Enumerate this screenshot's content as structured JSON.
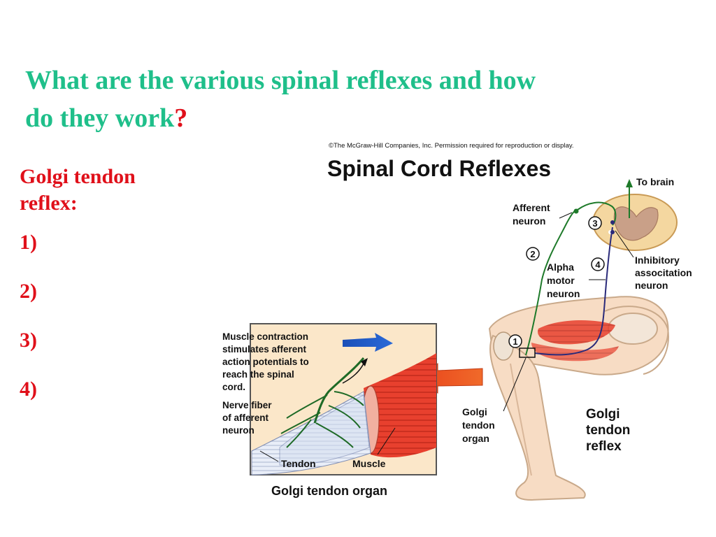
{
  "slide": {
    "title_line1": "What are the various spinal reflexes and how",
    "title_line2": "do they work",
    "title_qmark": "?"
  },
  "list": {
    "heading_line1": "Golgi tendon",
    "heading_line2": "reflex",
    "heading_colon": ":",
    "items": [
      "1)",
      "2)",
      "3)",
      "4)"
    ]
  },
  "figure": {
    "copyright": "©The McGraw-Hill Companies, Inc. Permission required for reproduction or display.",
    "title": "Spinal Cord Reflexes",
    "to_brain": "To brain",
    "afferent_neuron": [
      "Afferent",
      "neuron"
    ],
    "inhibitory_neuron": [
      "Inhibitory",
      "associtation",
      "neuron"
    ],
    "alpha_motor_neuron": [
      "Alpha",
      "motor",
      "neuron"
    ],
    "step_labels": [
      "1",
      "2",
      "3",
      "4"
    ],
    "golgi_tendon_organ_label": [
      "Golgi",
      "tendon",
      "organ"
    ],
    "golgi_tendon_reflex_label": [
      "Golgi",
      "tendon",
      "reflex"
    ],
    "inset": {
      "contraction_text": [
        "Muscle contraction",
        "stimulates afferent",
        "action potentials to",
        "reach the spinal",
        "cord."
      ],
      "nerve_fiber_text": [
        "Nerve fiber",
        "of afferent",
        "neuron"
      ],
      "tendon": "Tendon",
      "muscle": "Muscle",
      "caption": "Golgi tendon organ"
    },
    "colors": {
      "title_green": "#1fbf8a",
      "accent_red": "#e0101a",
      "afferent_green": "#1e7a2a",
      "motor_navy": "#2a2a7a",
      "muscle_red": "#e03a2a",
      "skin": "#f7dcc4"
    }
  }
}
